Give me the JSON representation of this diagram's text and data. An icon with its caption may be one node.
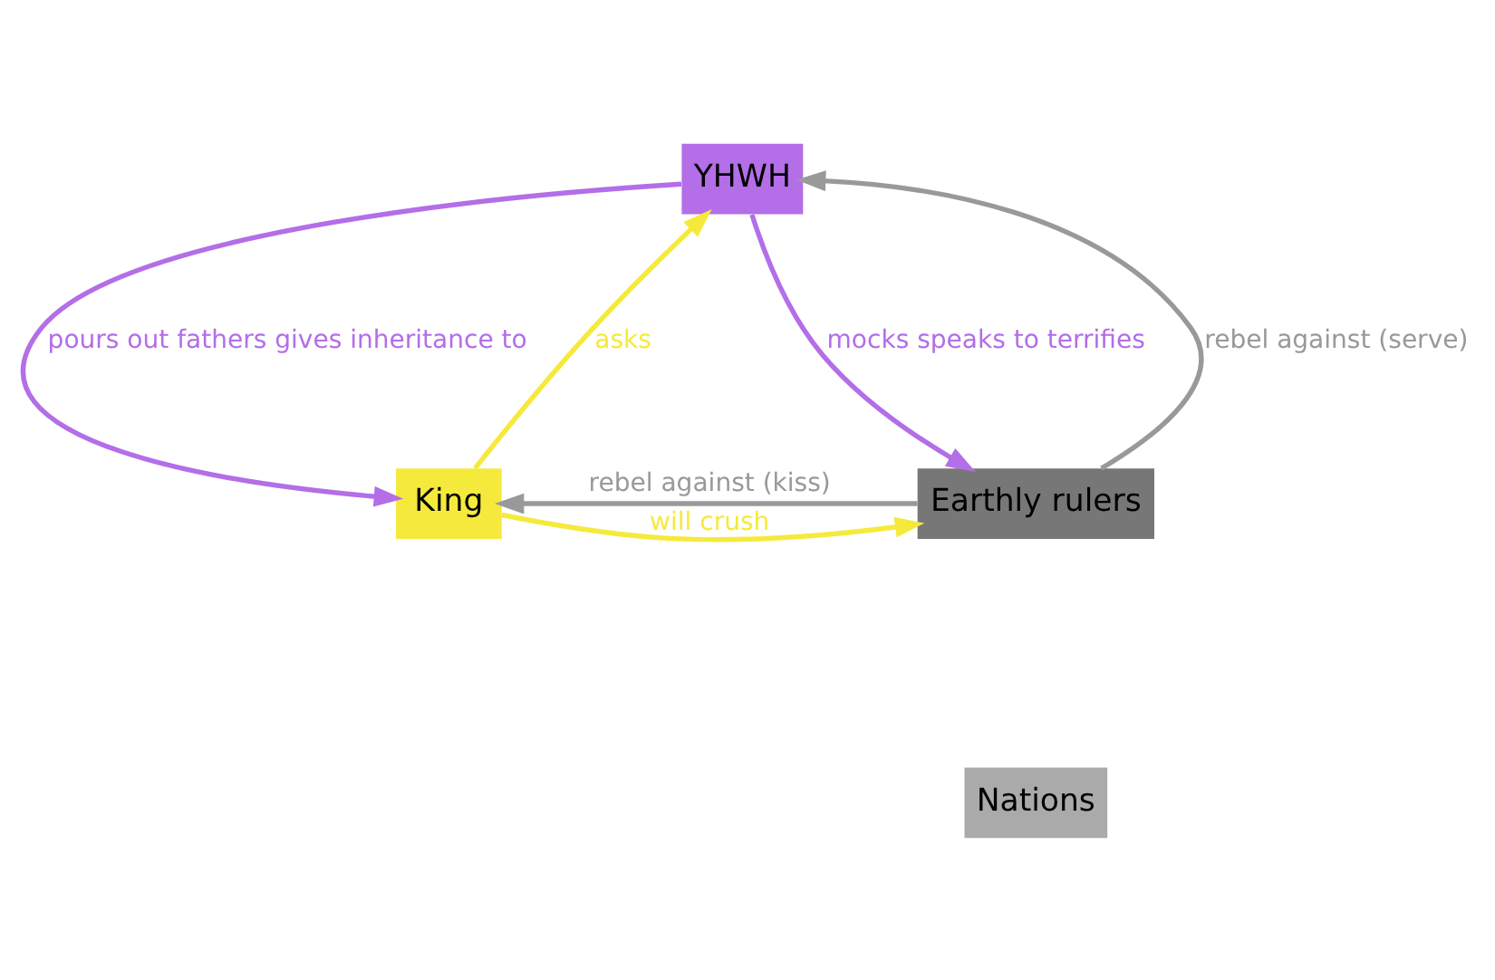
{
  "diagram": {
    "nodes": [
      {
        "text": [
          "YHWH"
        ]
      },
      {
        "text": [
          "King"
        ]
      },
      {
        "text": [
          "Earthly rulers"
        ]
      },
      {
        "text": [
          "Nations"
        ]
      }
    ],
    "edges": [
      {
        "from": 1,
        "to": 0,
        "arrow": "to",
        "label": "asks",
        "color": "#f5ea3c"
      },
      {
        "from": 2,
        "to": 0,
        "arrow": "to",
        "label": "rebel against (serve)",
        "color": "#999999"
      },
      {
        "from": 0,
        "to": 1,
        "arrow": "to",
        "label": "pours out fathers gives inheritance to",
        "color": "#b36ee8"
      },
      {
        "from": 0,
        "to": 2,
        "arrow": "to",
        "label": "mocks speaks to terrifies",
        "color": "#b36ee8"
      },
      {
        "from": 2,
        "to": 1,
        "arrow": "to",
        "label": "rebel against (kiss)",
        "color": "#999999"
      },
      {
        "from": 1,
        "to": 2,
        "arrow": "to",
        "label": "will crush",
        "color": "#f5ea3c"
      }
    ]
  }
}
